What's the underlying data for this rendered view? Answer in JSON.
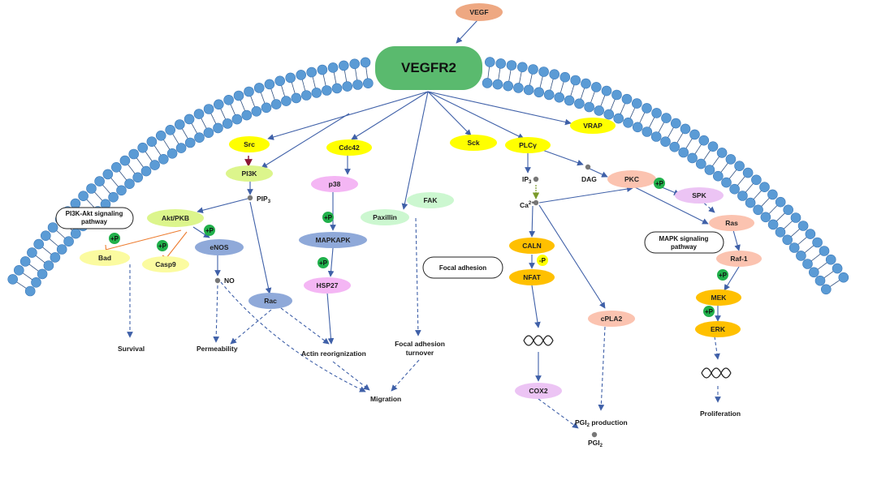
{
  "colors": {
    "yellow": "#ffff00",
    "lime": "#dcf58c",
    "pink": "#f4b6f4",
    "lilac": "#ecc4f4",
    "blue": "#8fa9d9",
    "orange": "#ffc000",
    "salmon": "#fbc3b0",
    "mint": "#ccf7d0",
    "pale_yellow": "#fbfba0",
    "green_badge": "#21b04b",
    "receptor": "#5aba6e",
    "vegf": "#eea882",
    "membrane": "#5b9bd5",
    "arrow": "#3f60a8"
  },
  "receptor": {
    "vegf": "VEGF",
    "vegfr2": "VEGFR2"
  },
  "nodes": {
    "src": "Src",
    "pi3k": "PI3K",
    "cdc42": "Cdc42",
    "sck": "Sck",
    "plcy": "PLCγ",
    "vrap": "VRAP",
    "akt": "Akt/PKB",
    "bad": "Bad",
    "casp9": "Casp9",
    "enos": "eNOS",
    "rac": "Rac",
    "p38": "p38",
    "mapkapk": "MAPKAPK",
    "hsp27": "HSP27",
    "paxillin": "Paxillin",
    "fak": "FAK",
    "caln": "CALN",
    "nfat": "NFAT",
    "cox2": "COX2",
    "cpla2": "cPLA2",
    "pkc": "PKC",
    "spk": "SPK",
    "ras": "Ras",
    "raf1": "Raf-1",
    "mek": "MEK",
    "erk": "ERK"
  },
  "labels": {
    "pip3": "PIP",
    "pip3_sub": "3",
    "no": "NO",
    "ip3": "IP",
    "ip3_sub": "3",
    "ca": "Ca",
    "ca_sup": "2+",
    "dag": "DAG",
    "survival": "Survival",
    "permeability": "Permeability",
    "actin": "Actin reorignization",
    "focal_turnover_1": "Focal adhesion",
    "focal_turnover_2": "turnover",
    "migration": "Migration",
    "pgi2_prod": "PGI",
    "pgi2_prod_sub": "2",
    "pgi2_prod_tail": " production",
    "pgi2": "PGI",
    "pgi2_sub": "2",
    "proliferation": "Proliferation"
  },
  "boxes": {
    "pi3k_akt_1": "PI3K-Akt signaling",
    "pi3k_akt_2": "pathway",
    "focal_adhesion": "Focal adhesion",
    "mapk_1": "MAPK signaling",
    "mapk_2": "pathway"
  },
  "badges": {
    "plus_p": "+P",
    "minus_p": "-P"
  }
}
